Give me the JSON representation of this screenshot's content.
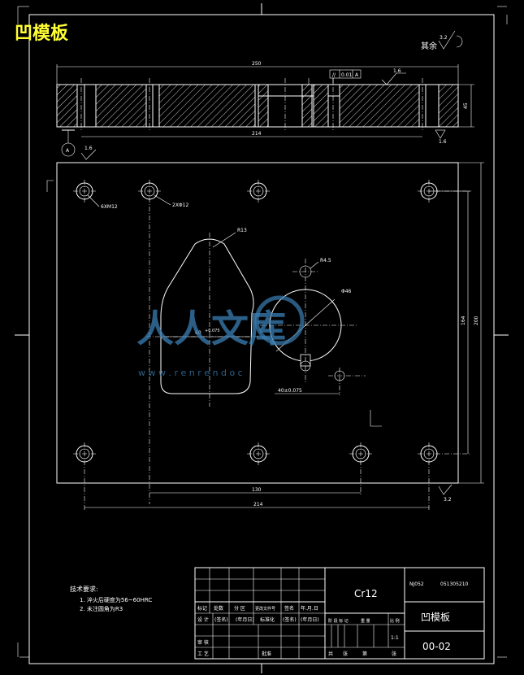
{
  "title": "凹模板",
  "surface_note": "其余",
  "roughness": {
    "top_right": "3.2",
    "slot": "1.6",
    "left": "1.6",
    "right_side": "1.6",
    "bottom_right": "3.2"
  },
  "section": {
    "dim_overall": "250",
    "dim_inner": "214",
    "dim_thickness": "45",
    "tolerance_parallel": "0.01",
    "datum": "A"
  },
  "plan": {
    "hole_6x": "6XM12",
    "hole_2x": "2XΦ12",
    "r13": "R13",
    "r45": "R4.5",
    "d46": "Φ46",
    "dim_60": "60",
    "dim_60_tol": "+0.075",
    "dim_40": "40±0.075",
    "dim_130": "130",
    "dim_214": "214",
    "dim_164": "164",
    "dim_200": "200"
  },
  "watermark": {
    "text": "人人文库",
    "url": "w w w . r e n r e n d o c"
  },
  "tech_req": {
    "heading": "技术要求:",
    "items": [
      "1. 淬火后硬度为56~60HRC",
      "2. 未注圆角为R3"
    ]
  },
  "title_block": {
    "material": "Cr12",
    "project_code": "NJ052",
    "student_id": "051305210",
    "part_name": "凹模板",
    "drawing_no": "00-02",
    "scale": "1:1",
    "headers_row1": [
      "标记",
      "处数",
      "分 区",
      "更改文件号",
      "签名",
      "年.月.日"
    ],
    "headers_row2": [
      "设 计",
      "(签名)",
      "(年月日)",
      "标准化",
      "(签名)",
      "(年月日)"
    ],
    "headers_row3": [
      "审 核"
    ],
    "headers_row4": [
      "工 艺",
      "批准"
    ],
    "stage_labels": [
      "阶 段 标 记",
      "重 量",
      "比 例"
    ],
    "sheet_labels": [
      "共",
      "张",
      "第",
      "张"
    ]
  }
}
